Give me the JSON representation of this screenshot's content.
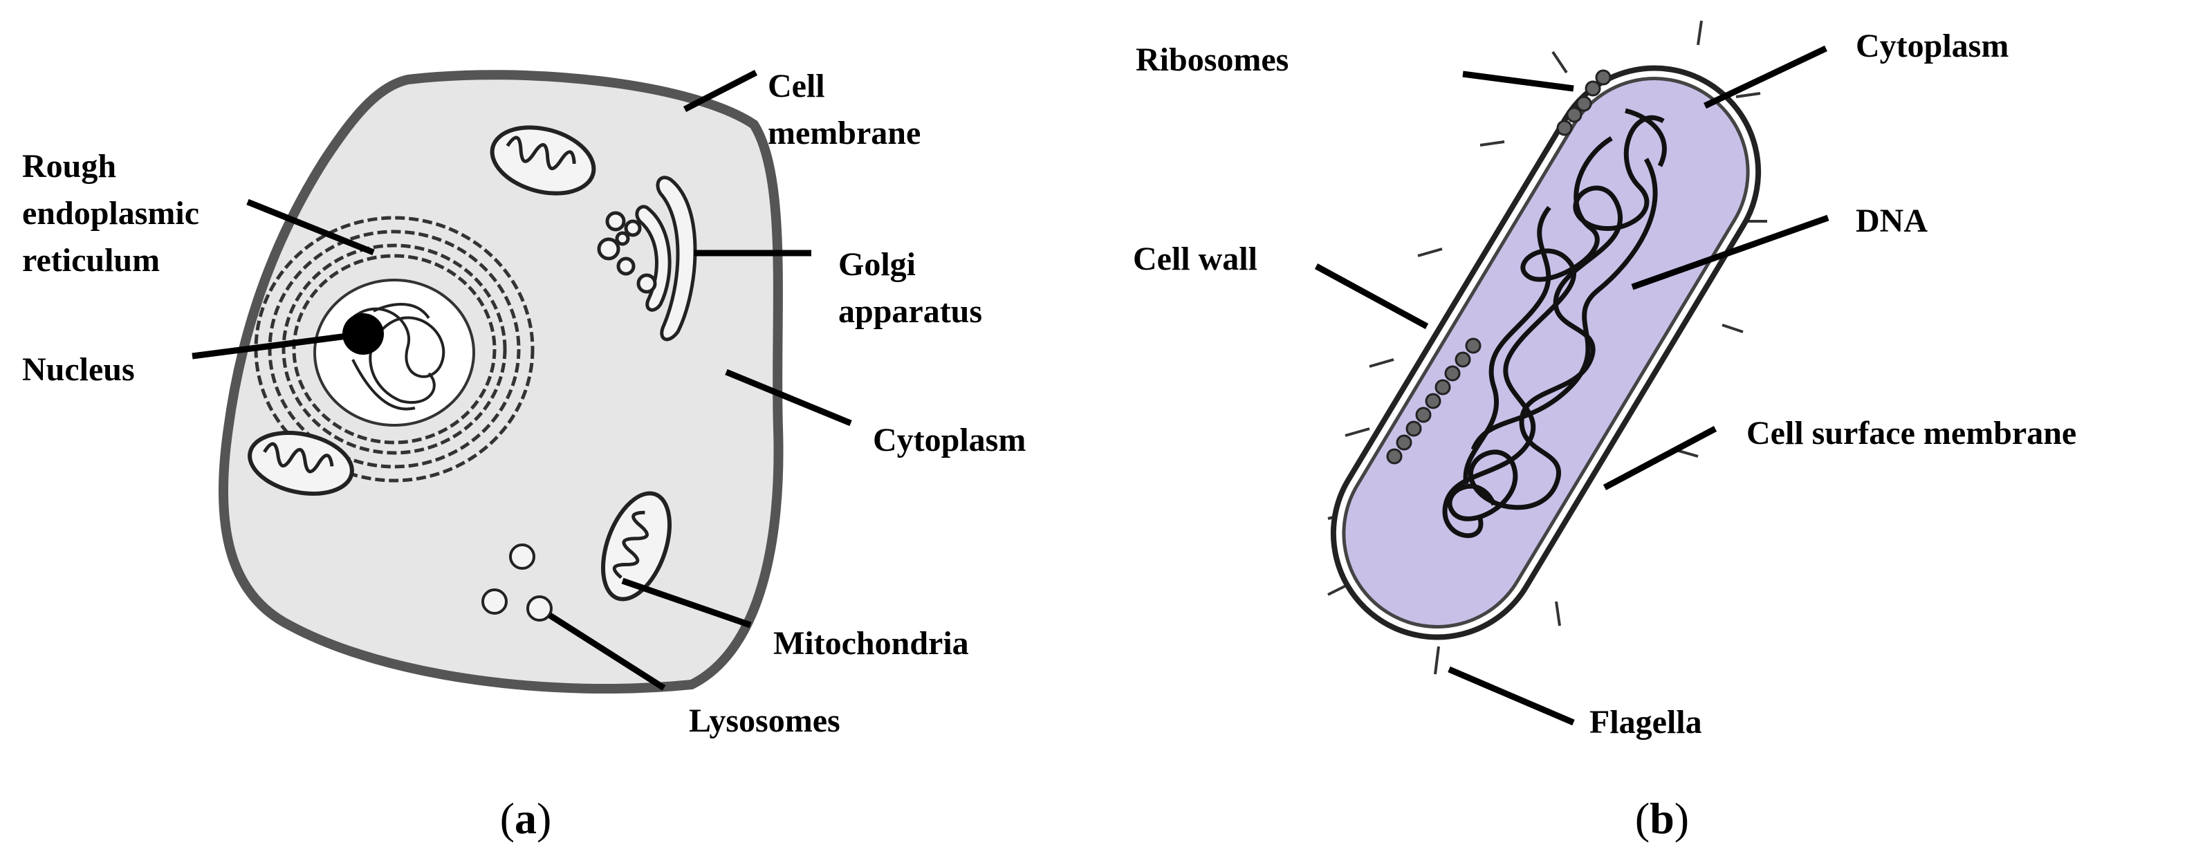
{
  "panel_a": {
    "labels": {
      "cell_membrane": [
        "Cell",
        "membrane"
      ],
      "rough_er": [
        "Rough",
        "endoplasmic",
        "reticulum"
      ],
      "golgi": [
        "Golgi",
        "apparatus"
      ],
      "nucleus": "Nucleus",
      "cytoplasm": "Cytoplasm",
      "mitochondria": "Mitochondria",
      "lysosomes": "Lysosomes"
    },
    "caption": {
      "open": "(",
      "letter": "a",
      "close": ")"
    }
  },
  "panel_b": {
    "labels": {
      "ribosomes": "Ribosomes",
      "cytoplasm": "Cytoplasm",
      "dna": "DNA",
      "cell_wall": "Cell wall",
      "cell_surface_membrane": "Cell surface membrane",
      "flagella": "Flagella"
    },
    "caption": {
      "open": "(",
      "letter": "b",
      "close": ")"
    }
  },
  "colors": {
    "animal_cell_fill": "#e6e6e6",
    "animal_cell_outline": "#555555",
    "bacterium_fill": "#c9c0e8",
    "line": "#000000"
  }
}
